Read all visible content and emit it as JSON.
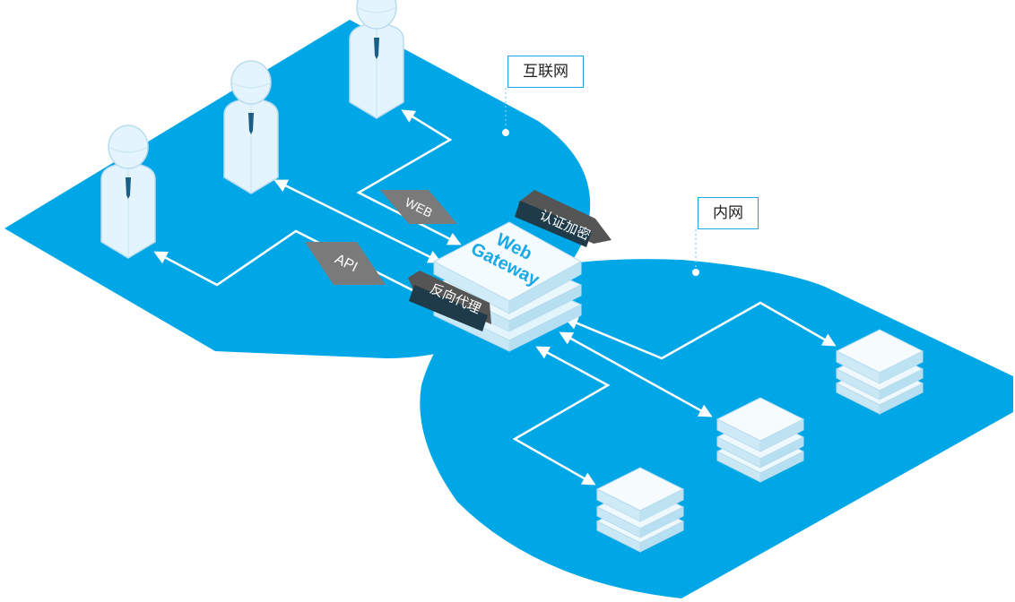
{
  "zones": {
    "internet_label": "互联网",
    "intranet_label": "内网"
  },
  "gateway": {
    "line1": "Web",
    "line2": "Gateway"
  },
  "tags": {
    "web": "WEB",
    "api": "API",
    "auth": "认证加密",
    "proxy": "反向代理"
  },
  "colors": {
    "zone": "#00a7e7",
    "arrow": "#ffffff",
    "tag_gray": "#7a7a7a",
    "tag_dark": "#1f3b4a",
    "figure": "#e3f4fc",
    "server": "#eef8fd"
  },
  "icons": [
    "user-icon",
    "user-icon",
    "user-icon",
    "server-icon",
    "server-icon",
    "server-icon"
  ]
}
